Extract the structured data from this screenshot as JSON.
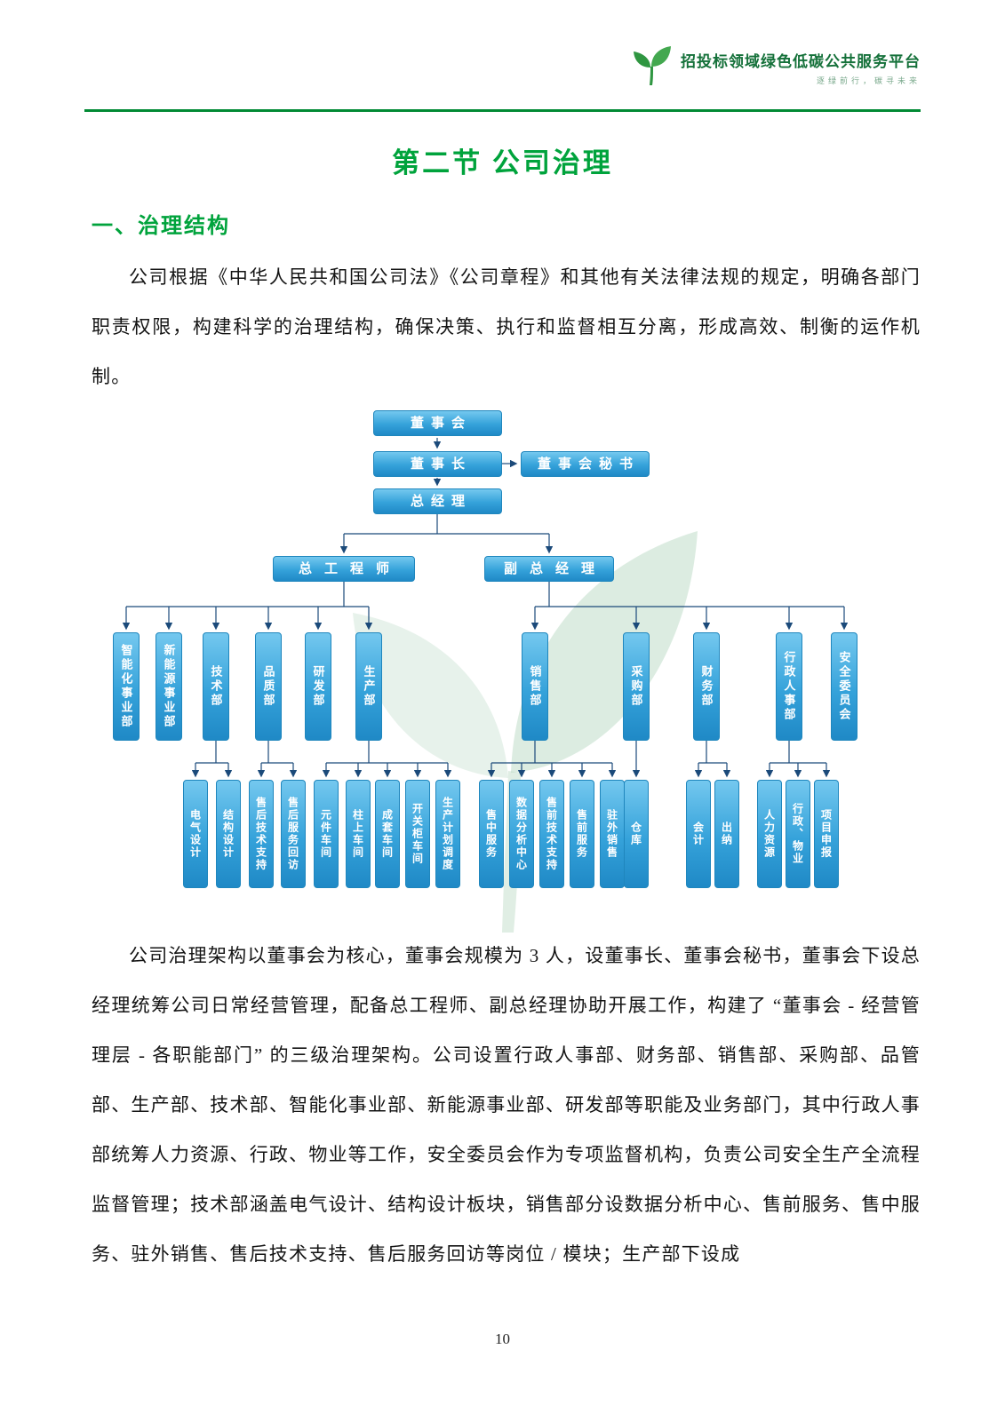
{
  "header": {
    "brand": "招投标领域绿色低碳公共服务平台",
    "slogan": "逐绿前行，碳寻未来"
  },
  "title": "第二节 公司治理",
  "section_heading": "一、治理结构",
  "paragraphs": {
    "p1": "公司根据《中华人民共和国公司法》《公司章程》和其他有关法律法规的规定，明确各部门职责权限，构建科学的治理结构，确保决策、执行和监督相互分离，形成高效、制衡的运作机制。",
    "p2": "公司治理架构以董事会为核心，董事会规模为 3 人，设董事长、董事会秘书，董事会下设总经理统筹公司日常经营管理，配备总工程师、副总经理协助开展工作，构建了 “董事会 - 经营管理层 - 各职能部门” 的三级治理架构。公司设置行政人事部、财务部、销售部、采购部、品管部、生产部、技术部、智能化事业部、新能源事业部、研发部等职能及业务部门，其中行政人事部统筹人力资源、行政、物业等工作，安全委员会作为专项监督机构，负责公司安全生产全流程监督管理；技术部涵盖电气设计、结构设计板块，销售部分设数据分析中心、售前服务、售中服务、驻外销售、售后技术支持、售后服务回访等岗位 / 模块；生产部下设成"
  },
  "org": {
    "top": [
      "董事会",
      "董事长",
      "董事会秘书",
      "总经理",
      "总工程师",
      "副总经理"
    ],
    "departments": [
      "智能化事业部",
      "新能源事业部",
      "技术部",
      "品质部",
      "研发部",
      "生产部",
      "销售部",
      "采购部",
      "财务部",
      "行政人事部",
      "安全委员会"
    ],
    "units": [
      "电气设计",
      "结构设计",
      "售后技术支持",
      "售后服务回访",
      "元件车间",
      "柱上车间",
      "成套车间",
      "开关柜车间",
      "生产计划调度",
      "售中服务",
      "数据分析中心",
      "售前技术支持",
      "售前服务",
      "驻外销售",
      "仓库",
      "会计",
      "出纳",
      "人力资源",
      "行政、物业",
      "项目申报"
    ]
  },
  "page_number": "10",
  "colors": {
    "accent_green": "#00a33c",
    "rule_green": "#018a34",
    "logo_green": "#15713a",
    "box_blue": "#2e9fd9",
    "connector_navy": "#1b4a7a",
    "watermark_green": "#a8cfb5"
  }
}
